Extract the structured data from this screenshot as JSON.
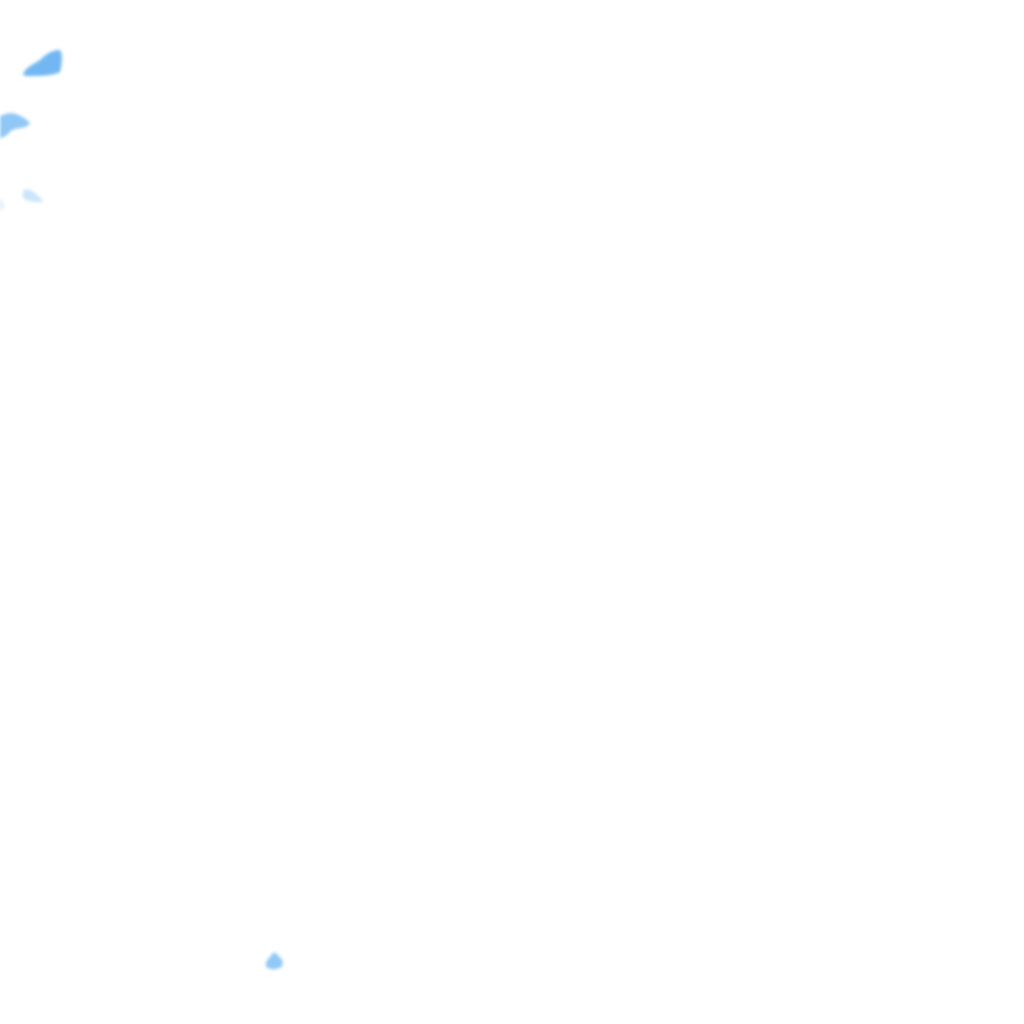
{
  "background_color": "#ffffff",
  "blobs": [
    {
      "name": "paint-blob-top-left",
      "color": "#5aaaf0",
      "opacity": 0.85
    },
    {
      "name": "paint-blob-left-mid",
      "color": "#6ab4f2",
      "opacity": 0.75
    },
    {
      "name": "paint-blob-left-small",
      "color": "#a8d4f8",
      "opacity": 0.6
    },
    {
      "name": "paint-blob-left-edge",
      "color": "#b8dcf8",
      "opacity": 0.5
    },
    {
      "name": "paint-blob-bottom",
      "color": "#7cc0f4",
      "opacity": 0.85
    }
  ]
}
